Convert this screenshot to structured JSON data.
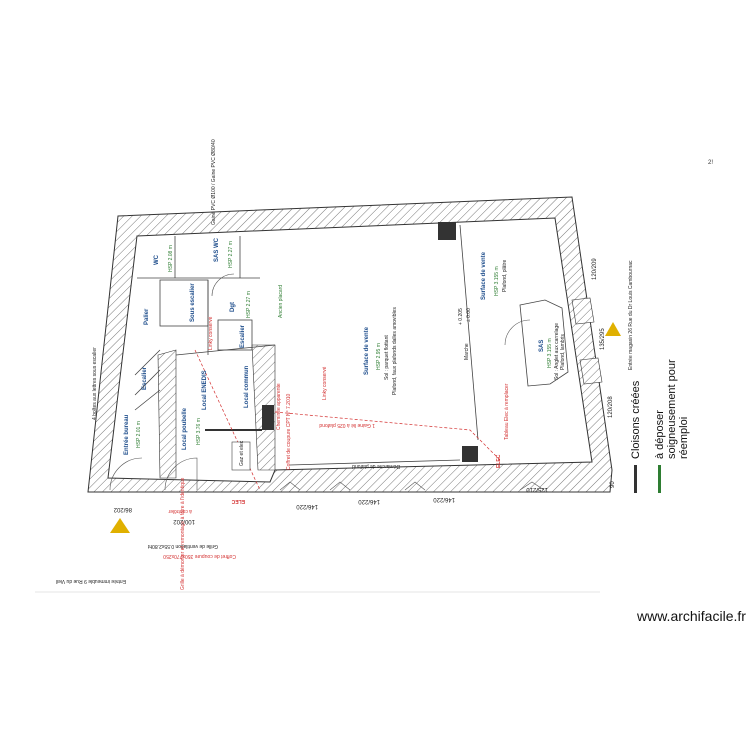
{
  "page_marker": "2!",
  "footer": "www.archifacile.fr",
  "legend": {
    "items": [
      {
        "label": "Cloisons créées",
        "color": "#333333"
      },
      {
        "label": "à déposer soigneusement pour réemploi",
        "color": "#2e7d32"
      }
    ]
  },
  "colors": {
    "walls": "#333333",
    "room_labels": "#1f4e8c",
    "hsp": "#2e7d32",
    "annotations": "#d32f2f",
    "entry_marker": "#e0b000"
  },
  "rooms": {
    "wc": {
      "name": "WC",
      "hsp": "HSP 2.08 m"
    },
    "sas_wc": {
      "name": "SAS WC",
      "hsp": "HSP 2.27 m"
    },
    "palier": {
      "name": "Palier"
    },
    "sous_escalier": {
      "name": "Sous escalier"
    },
    "dgt": {
      "name": "Dgt",
      "hsp": "HSP 2.27 m"
    },
    "escalier": {
      "name": "Escalier"
    },
    "escalier_2": {
      "name": "Escalier"
    },
    "local_enedis": {
      "name": "Local ENEDIS"
    },
    "local_commun": {
      "name": "Local commun"
    },
    "entree_bureau": {
      "name": "Entrée bureau",
      "hsp": "HSP 2.01 m"
    },
    "local_poubelle": {
      "name": "Local poubelle",
      "hsp": "HSP 3.76 m"
    },
    "surface_vente_1": {
      "name": "Surface de vente",
      "hsp": "HSP 2.95 m",
      "note1": "Sol : parquet flottant",
      "note2": "Plafond, faux plafonds dalles amovibles"
    },
    "surface_vente_2": {
      "name": "Surface de vente",
      "hsp": "HSP 3.155 m",
      "note": "Plafond, plâtre"
    },
    "sas": {
      "name": "SAS",
      "hsp": "HSP 3.155 m",
      "note1": "Sol : Anglet aux carrelage",
      "note2": "Plafond, lambris"
    },
    "gaz": {
      "name": "Gaz et elec"
    }
  },
  "annotations": {
    "pvc": "Gaine PVC Ø100 / Gaine PVC Ø80/40",
    "cheminee": "Cheminée apparente",
    "gaine": "1 Gaine lié à 025 plafond",
    "linky": "Linky conservé",
    "linky2": "Linky conservé",
    "coffret": "Coffret de coupure CPT N° 7.2010",
    "elec": "ELEC",
    "elec2": "ELEC",
    "tableau": "Tableau Elec à remplacer",
    "marche": "Marche",
    "niveau1": "+ 0.205",
    "niveau2": "± 0.00",
    "demarche": "Démarche de plafond",
    "ancien": "Ancien placard",
    "grille": "Grille de ventilation 0.55x2.80ht",
    "coffret_bas": "Coffret de coupure 350x770x250",
    "acontroler": "à contrôler",
    "cloture": "Grille à démonter et remontage à faire à l'identique",
    "boite": "4 boîtes aux lettres sous escalier"
  },
  "dimensions": [
    "86/202",
    "100/202",
    "146/220",
    "146/220",
    "146/220",
    "125/210",
    "120/208",
    "135/295",
    "120/209",
    "90"
  ],
  "entrances": {
    "left": "Entrée immeuble 9 Rue du Vieil",
    "right": "Entrée magasin 26 Rue du Dr Louis Cambournac"
  }
}
